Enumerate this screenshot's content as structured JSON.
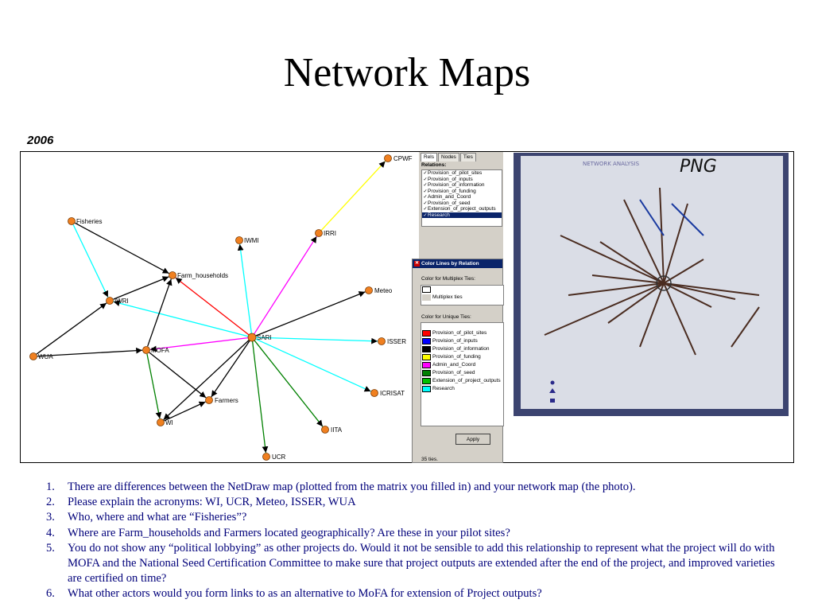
{
  "slide": {
    "title": "Network Maps",
    "year": "2006"
  },
  "network": {
    "nodes": [
      {
        "id": "CPWF",
        "label": "CPWF"
      },
      {
        "id": "IRRI",
        "label": "IRRI"
      },
      {
        "id": "IWMI",
        "label": "IWMI"
      },
      {
        "id": "Fisheries",
        "label": "Fisheries"
      },
      {
        "id": "Farm_households",
        "label": "Farm_households"
      },
      {
        "id": "IWRI",
        "label": "IWRI"
      },
      {
        "id": "Meteo",
        "label": "Meteo"
      },
      {
        "id": "SARI",
        "label": "SARI"
      },
      {
        "id": "ISSER",
        "label": "ISSER"
      },
      {
        "id": "WUA",
        "label": "WUA"
      },
      {
        "id": "MOFA",
        "label": "MOFA"
      },
      {
        "id": "Farmers",
        "label": "Farmers"
      },
      {
        "id": "ICRISAT",
        "label": "ICRISAT"
      },
      {
        "id": "WI",
        "label": "WI"
      },
      {
        "id": "IITA",
        "label": "IITA"
      },
      {
        "id": "UCR",
        "label": "UCR"
      }
    ],
    "edges": [
      {
        "from": "IRRI",
        "to": "CPWF",
        "relation": "Provision_of_funding"
      },
      {
        "from": "SARI",
        "to": "IRRI",
        "relation": "Admin_and_Coord"
      },
      {
        "from": "SARI",
        "to": "IWMI",
        "relation": "Research"
      },
      {
        "from": "SARI",
        "to": "Farm_households",
        "relation": "Provision_of_pilot_sites"
      },
      {
        "from": "SARI",
        "to": "IWRI",
        "relation": "Research"
      },
      {
        "from": "SARI",
        "to": "MOFA",
        "relation": "Admin_and_Coord"
      },
      {
        "from": "SARI",
        "to": "Meteo",
        "relation": "Provision_of_information"
      },
      {
        "from": "SARI",
        "to": "ISSER",
        "relation": "Research"
      },
      {
        "from": "SARI",
        "to": "ICRISAT",
        "relation": "Research"
      },
      {
        "from": "SARI",
        "to": "IITA",
        "relation": "Provision_of_seed"
      },
      {
        "from": "SARI",
        "to": "UCR",
        "relation": "Provision_of_seed"
      },
      {
        "from": "SARI",
        "to": "Farmers",
        "relation": "Provision_of_information"
      },
      {
        "from": "SARI",
        "to": "WI",
        "relation": "Provision_of_information"
      },
      {
        "from": "Fisheries",
        "to": "Farm_households",
        "relation": "Provision_of_information"
      },
      {
        "from": "Fisheries",
        "to": "IWRI",
        "relation": "Research"
      },
      {
        "from": "IWRI",
        "to": "Farm_households",
        "relation": "Provision_of_information"
      },
      {
        "from": "WUA",
        "to": "IWRI",
        "relation": "Provision_of_information"
      },
      {
        "from": "WUA",
        "to": "MOFA",
        "relation": "Provision_of_information"
      },
      {
        "from": "MOFA",
        "to": "Farm_households",
        "relation": "Provision_of_information"
      },
      {
        "from": "MOFA",
        "to": "Farmers",
        "relation": "Provision_of_information"
      },
      {
        "from": "MOFA",
        "to": "WI",
        "relation": "Provision_of_seed"
      },
      {
        "from": "WI",
        "to": "Farmers",
        "relation": "Provision_of_information"
      }
    ]
  },
  "netdraw_panel": {
    "tabs": [
      "Rels",
      "Nodes",
      "Ties"
    ],
    "relations_heading": "Relations:",
    "relations": [
      "Provision_of_pilot_sites",
      "Provision_of_inputs",
      "Provision_of_information",
      "Provision_of_funding",
      "Admin_and_Coord",
      "Provision_of_seed",
      "Extension_of_project_outputs",
      "Research"
    ],
    "selected_relation": "Research",
    "dialog": {
      "title": "Color Lines by Relation",
      "multiplex_label": "Color for Multiplex Ties:",
      "multiplex_item": "Multiplex ties",
      "unique_label": "Color for Unique Ties:",
      "unique_items": [
        {
          "label": "Provision_of_pilot_sites",
          "color": "#ff0000"
        },
        {
          "label": "Provision_of_inputs",
          "color": "#0000ff"
        },
        {
          "label": "Provision_of_information",
          "color": "#000000"
        },
        {
          "label": "Provision_of_funding",
          "color": "#ffff00"
        },
        {
          "label": "Admin_and_Coord",
          "color": "#ff00ff"
        },
        {
          "label": "Provision_of_seed",
          "color": "#008000"
        },
        {
          "label": "Extension_of_project_outputs",
          "color": "#00c000"
        },
        {
          "label": "Research",
          "color": "#00ffff"
        }
      ],
      "apply_label": "Apply",
      "ties_count": "35 ties."
    }
  },
  "photo": {
    "heading": "PNG",
    "caption": "NETWORK ANALYSIS"
  },
  "questions": [
    {
      "num": "1.",
      "text": "There are differences between the NetDraw map (plotted from the matrix you filled in) and your network map (the photo)."
    },
    {
      "num": "2.",
      "text": "Please explain the acronyms: WI, UCR, Meteo, ISSER, WUA"
    },
    {
      "num": "3.",
      "text": "Who, where and what are “Fisheries”?"
    },
    {
      "num": "4.",
      "text": "Where are Farm_households and Farmers located geographically?  Are these in your pilot sites?"
    },
    {
      "num": "5.",
      "text": "You do not show any “political lobbying” as other projects do.  Would it not be sensible to add this relationship to represent what the project will do with MOFA and the National Seed Certification Committee to make sure that project outputs are extended after the end of the project, and improved varieties are certified on time?"
    },
    {
      "num": "6.",
      "text": "What other actors would you form links to as an alternative to MoFA for extension of Project outputs?"
    }
  ]
}
